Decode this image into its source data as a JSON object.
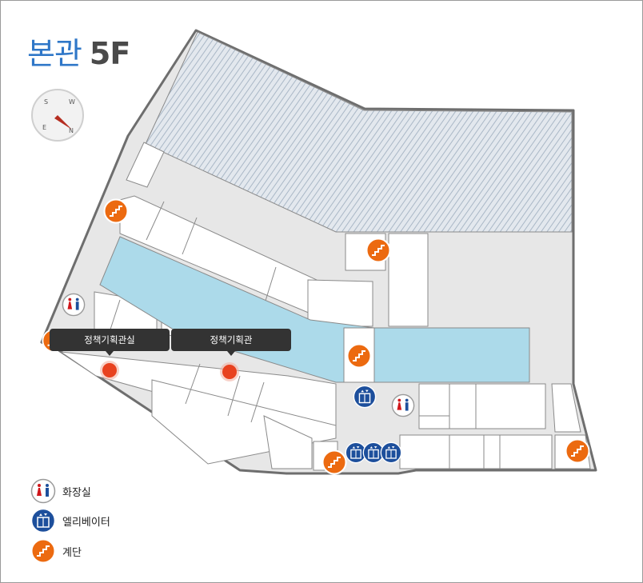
{
  "map": {
    "building": "본관",
    "floor": "5F"
  },
  "compass": {
    "letters": [
      "S",
      "W",
      "E",
      "N"
    ]
  },
  "locations": [
    {
      "name": "정책기획관실",
      "icon": "location-pin-icon",
      "color": "#e8421f"
    },
    {
      "name": "정책기획관",
      "icon": "location-pin-icon",
      "color": "#e8421f"
    }
  ],
  "legend": [
    {
      "icon": "restroom-icon",
      "label": "화장실"
    },
    {
      "icon": "elevator-icon",
      "label": "엘리베이터"
    },
    {
      "icon": "stairs-icon",
      "label": "계단"
    }
  ],
  "colors": {
    "restricted_hatch": "#c3ccd6",
    "corridor": "#e7e7e7",
    "atrium": "#acdaea",
    "wall": "#6e6e6e",
    "stairs": "#ec6a10",
    "elevator": "#1d4f9c",
    "restroom_women": "#d0161b",
    "restroom_men": "#1d4f9c",
    "title_blue": "#2f77c8"
  }
}
